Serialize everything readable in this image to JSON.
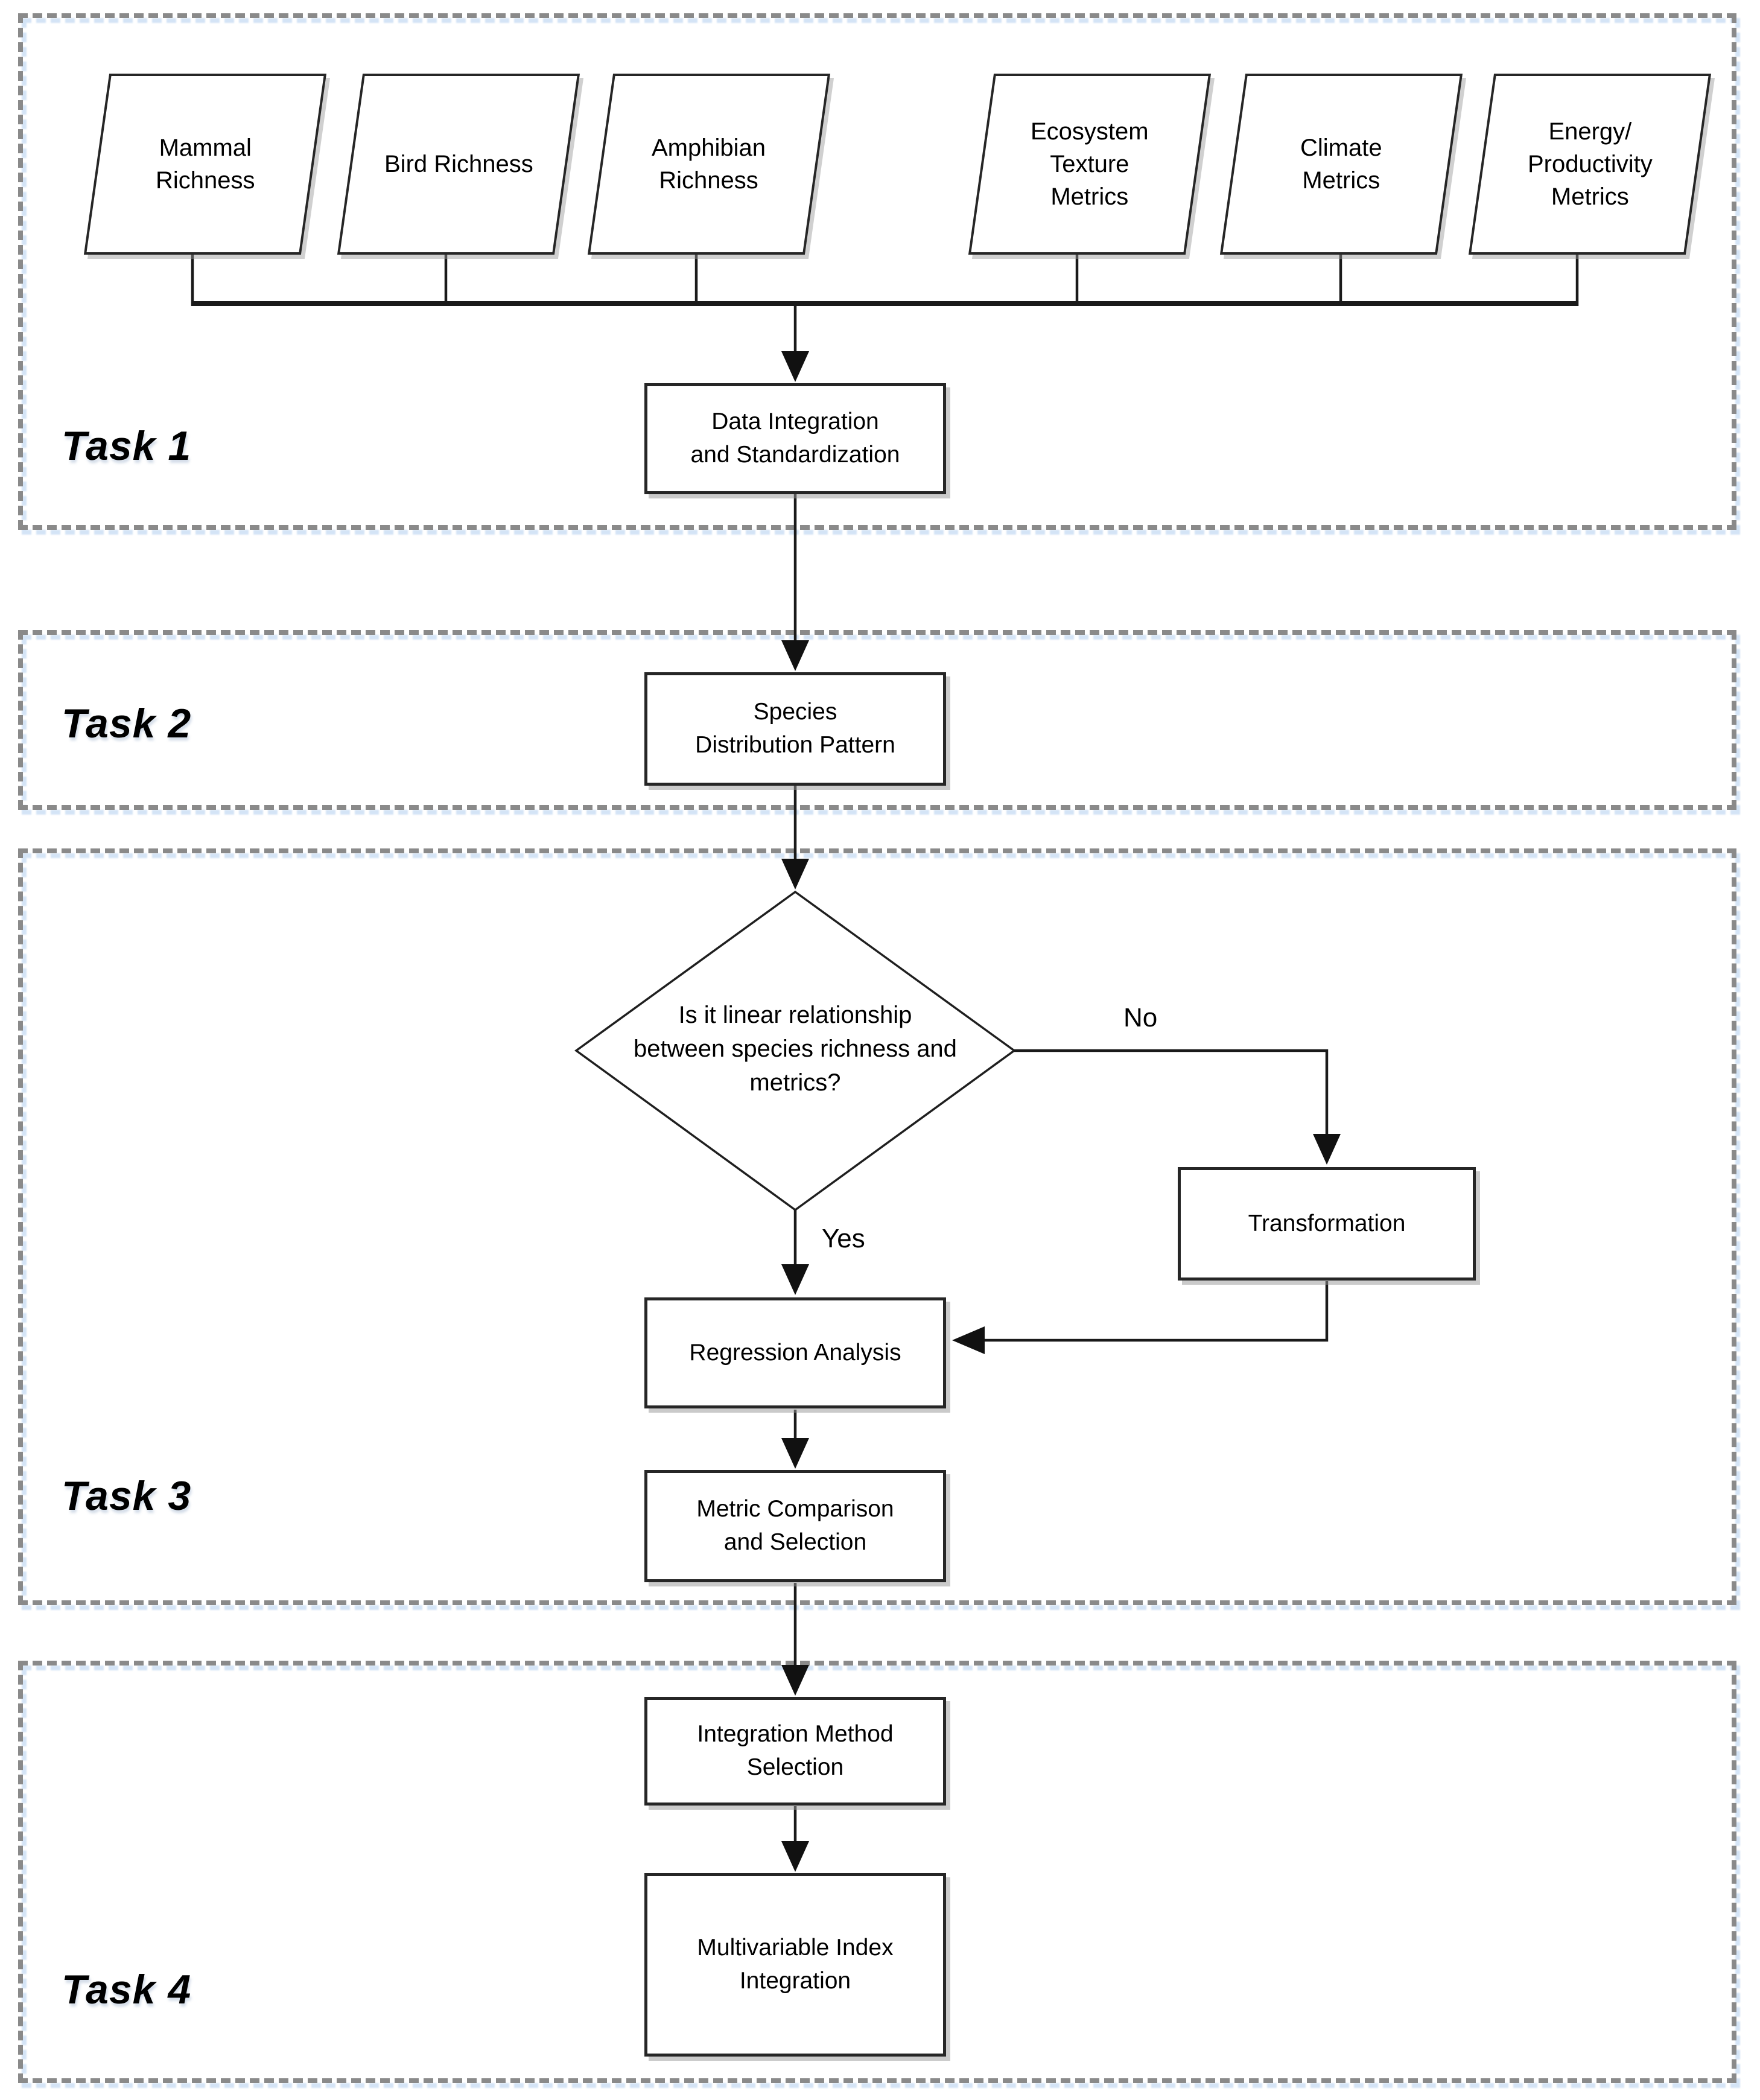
{
  "diagram": {
    "tasks": [
      {
        "label": "Task 1"
      },
      {
        "label": "Task 2"
      },
      {
        "label": "Task 3"
      },
      {
        "label": "Task 4"
      }
    ],
    "inputs": [
      {
        "label": "Mammal\nRichness"
      },
      {
        "label": "Bird Richness"
      },
      {
        "label": "Amphibian\nRichness"
      },
      {
        "label": "Ecosystem\nTexture\nMetrics"
      },
      {
        "label": "Climate\nMetrics"
      },
      {
        "label": "Energy/\nProductivity\nMetrics"
      }
    ],
    "processes": [
      {
        "label": "Data Integration\nand Standardization"
      },
      {
        "label": "Species\nDistribution Pattern"
      },
      {
        "label": "Transformation"
      },
      {
        "label": "Regression Analysis"
      },
      {
        "label": "Metric Comparison\nand Selection"
      },
      {
        "label": "Integration Method\nSelection"
      },
      {
        "label": "Multivariable Index\nIntegration"
      }
    ],
    "decision": {
      "label": "Is it linear relationship\nbetween species richness and\nmetrics?",
      "yes_label": "Yes",
      "no_label": "No"
    },
    "colors": {
      "line": "#1a1a1a",
      "dashed_border": "#8a8a8a",
      "box_border": "#262626",
      "text": "#000000",
      "background": "#ffffff"
    }
  }
}
